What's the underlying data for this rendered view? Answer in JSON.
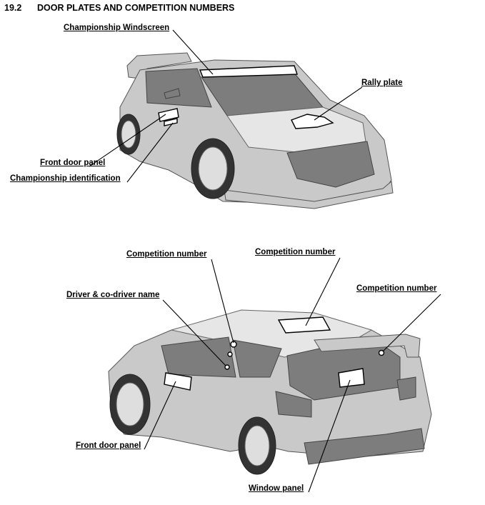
{
  "heading": {
    "number": "19.2",
    "title": "DOOR PLATES AND COMPETITION NUMBERS"
  },
  "top_figure": {
    "labels": {
      "windscreen": "Championship Windscreen",
      "rally_plate": "Rally plate",
      "front_door_panel": "Front door panel",
      "championship_identification": "Championship identification"
    }
  },
  "bottom_figure": {
    "labels": {
      "competition_number_left": "Competition number",
      "competition_number_roof": "Competition number",
      "competition_number_rear": "Competition number",
      "driver_names": "Driver & co-driver name",
      "front_door_panel": "Front door panel",
      "window_panel": "Window panel"
    }
  }
}
